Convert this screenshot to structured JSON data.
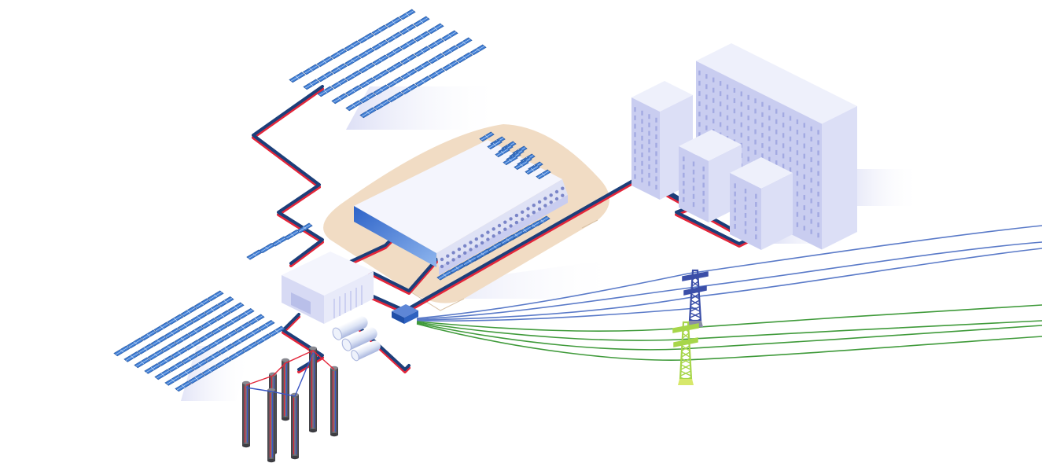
{
  "diagram": {
    "labels": [],
    "colors": {
      "background": "#ffffff",
      "pipe_hot": "#e3263a",
      "pipe_cold": "#1c3f7a",
      "panel_frame": "#2e5fa8",
      "panel_cell": "#3f7ed6",
      "panel_grid": "#cfe0f7",
      "building_top": "#eef0fb",
      "building_left": "#c9cdf0",
      "building_right": "#dcdff6",
      "window": "#9aa1df",
      "pad": "#f1dcc4",
      "line_blue": "#5a7ac8",
      "line_green": "#3f9a3a",
      "tower_blue": "#3b4fa8",
      "tower_green": "#a7d64a",
      "probe": "#5c5c62"
    },
    "elements": [
      {
        "id": "solar-field-north",
        "icon": "solar-panel-array"
      },
      {
        "id": "solar-field-west",
        "icon": "solar-panel-array"
      },
      {
        "id": "solar-field-roof",
        "icon": "solar-panel-array"
      },
      {
        "id": "stadium",
        "icon": "stadium-building"
      },
      {
        "id": "energy-center",
        "icon": "plant-building"
      },
      {
        "id": "storage-tanks",
        "icon": "tank"
      },
      {
        "id": "geothermal-probes",
        "icon": "borehole-probe"
      },
      {
        "id": "inverter",
        "icon": "inverter-box"
      },
      {
        "id": "office-buildings",
        "icon": "building"
      },
      {
        "id": "transmission-tower-blue",
        "icon": "pylon"
      },
      {
        "id": "transmission-tower-green",
        "icon": "pylon"
      }
    ]
  }
}
